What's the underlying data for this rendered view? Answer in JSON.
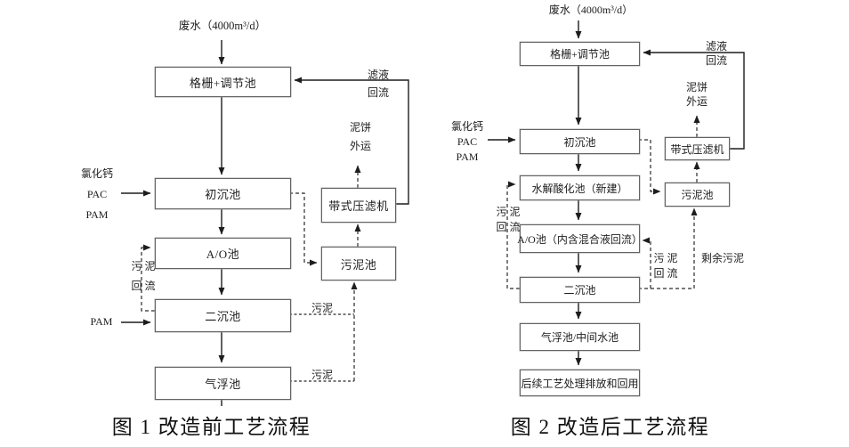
{
  "ink": "#1d1d1d",
  "box_border": "#636363",
  "fig1": {
    "caption": "图 1 改造前工艺流程",
    "influent_label": "废水（4000m³/d）",
    "boxes": {
      "screen_tank": "格栅+调节池",
      "primary_tank": "初沉池",
      "ao_tank": "A/O池",
      "secondary_tank": "二沉池",
      "daf_tank": "气浮池",
      "belt_press": "带式压滤机",
      "sludge_tank": "污泥池"
    },
    "labels": {
      "reagent_line1": "氯化钙",
      "reagent_line2": "PAC",
      "reagent_line3": "PAM",
      "pam_dosing": "PAM",
      "filtrate_line1": "滤液",
      "filtrate_line2": "回流",
      "cake_line1": "泥饼",
      "cake_line2": "外运",
      "sludge_return_line1": "污 泥",
      "sludge_return_line2": "回 流",
      "sludge_from_secondary": "污泥",
      "sludge_from_daf": "污泥"
    }
  },
  "fig2": {
    "caption": "图 2 改造后工艺流程",
    "influent_label": "废水（4000m³/d）",
    "boxes": {
      "screen_tank": "格栅+调节池",
      "primary_tank": "初沉池",
      "hydrolysis_tank": "水解酸化池（新建）",
      "ao_tank": "A/O池（内含混合液回流）",
      "secondary_tank": "二沉池",
      "daf_tank": "气浮池/中间水池",
      "post_treatment": "后续工艺处理排放和回用",
      "belt_press": "带式压滤机",
      "sludge_tank": "污泥池"
    },
    "labels": {
      "reagent_line1": "氯化钙",
      "reagent_line2": "PAC",
      "reagent_line3": "PAM",
      "filtrate_line1": "滤液",
      "filtrate_line2": "回流",
      "cake_line1": "泥饼",
      "cake_line2": "外运",
      "sludge_return_left_line1": "污 泥",
      "sludge_return_left_line2": "回 流",
      "sludge_return_right_line1": "污 泥",
      "sludge_return_right_line2": "回 流",
      "excess_sludge": "剩余污泥"
    }
  }
}
